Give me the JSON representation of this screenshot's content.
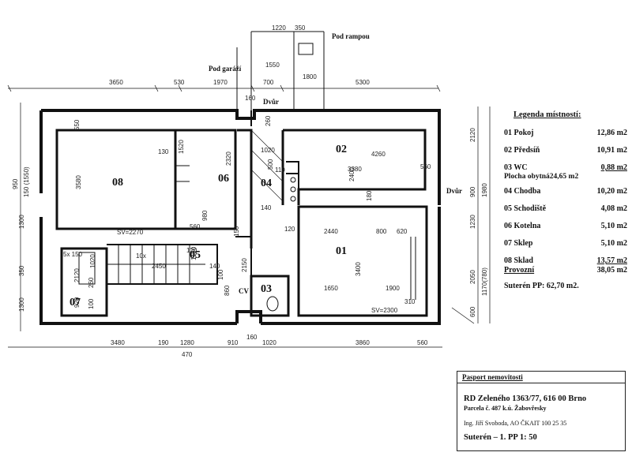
{
  "labels": {
    "pod_rampou": "Pod rampou",
    "pod_garazi": "Pod garáží",
    "dvur_top": "Dvůr",
    "dvur_right": "Dvůr",
    "cv": "CV",
    "sv_left": "SV=2270",
    "sv_right": "SV=2300"
  },
  "rooms": {
    "r01": "01",
    "r02": "02",
    "r03": "03",
    "r04": "04",
    "r05": "05",
    "r06": "06",
    "r07": "07",
    "r08": "08"
  },
  "dims": {
    "top": [
      "3650",
      "530",
      "1970",
      "700",
      "5300"
    ],
    "top_small": [
      "1220",
      "350",
      "1550",
      "1800",
      "160"
    ],
    "bottom": [
      "3480",
      "190",
      "1280",
      "910",
      "160",
      "1020",
      "3860",
      "560"
    ],
    "bottom_small": [
      "470"
    ],
    "left": [
      "950",
      "150 (1550)",
      "1300",
      "350",
      "1300"
    ],
    "right": [
      "2120",
      "900",
      "1980",
      "1230",
      "2050",
      "1170(780)",
      "600"
    ],
    "inner": [
      "550",
      "3580",
      "130",
      "1520",
      "2320",
      "980",
      "150",
      "1020",
      "500",
      "110",
      "140",
      "260",
      "4260",
      "3380",
      "2400",
      "180",
      "560",
      "2440",
      "800",
      "620",
      "3400",
      "1650",
      "1900",
      "310",
      "10x",
      "2450",
      "1150",
      "140",
      "100",
      "860",
      "2150",
      "120",
      "5x 150",
      "1020",
      "2120",
      "260",
      "920",
      "100",
      "120",
      "560"
    ]
  },
  "legend": {
    "title": "Legenda místností:",
    "items": [
      {
        "name": "01 Pokoj",
        "value": "12,86 m2"
      },
      {
        "name": "02 Předsíň",
        "value": "10,91 m2"
      },
      {
        "name": "03 WC",
        "value": "0,88 m2"
      }
    ],
    "obytna": "Plocha obytná24,65 m2",
    "items2": [
      {
        "name": "04 Chodba",
        "value": "10,20 m2"
      },
      {
        "name": "05 Schodiště",
        "value": "4,08 m2"
      },
      {
        "name": "06 Kotelna",
        "value": "5,10 m2"
      },
      {
        "name": "07 Sklep",
        "value": "5,10 m2"
      },
      {
        "name": "08 Sklad",
        "value": "13,57 m2"
      }
    ],
    "provozni_label": "Provozní",
    "provozni_value": "38,05 m2",
    "suteren_pp": "Suterén PP:   62,70 m2."
  },
  "pasport": {
    "header": "Pasport nemovitosti",
    "address": "RD Zeleného 1363/77,  616 00 Brno",
    "parcel": "Parcela č. 487 k.ú. Žabovřesky",
    "engineer": "Ing. Jiří Svoboda, AO ČKAIT 100 25 35",
    "scale": "Suterén – 1. PP  1: 50"
  }
}
